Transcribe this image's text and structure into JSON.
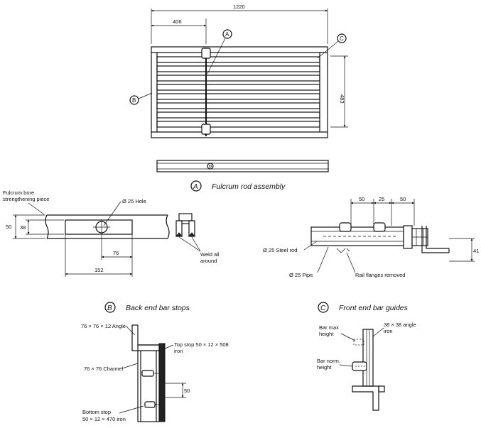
{
  "top_view": {
    "dim_overall": "1220",
    "dim_fulcrum": "406",
    "dim_height": "483",
    "marker_a": "A",
    "marker_b": "B",
    "marker_c": "C"
  },
  "captions": {
    "a_letter": "A",
    "a_text": "Fulcrum rod assembly",
    "b_letter": "B",
    "b_text": "Back end bar stops",
    "c_letter": "C",
    "c_text": "Front end bar guides"
  },
  "fulcrum_detail": {
    "label_bore_line1": "Fulcrum bore",
    "label_bore_line2": "strengthening piece",
    "label_hole": "Ø 25 Hole",
    "dim_50": "50",
    "dim_38": "38",
    "dim_76": "76",
    "dim_152": "152",
    "label_weld_line1": "Weld all",
    "label_weld_line2": "around"
  },
  "rod_detail": {
    "dim_50a": "50",
    "dim_25": "25",
    "dim_50b": "50",
    "dim_41": "41",
    "label_rod": "Ø 25 Steel rod",
    "label_pipe": "Ø 25 Pipe",
    "label_flanges": "Rail flanges removed"
  },
  "back_stops": {
    "label_angle": "76 × 76 × 12 Angle",
    "label_top_line1": "Top stop 50 × 12 × 508",
    "label_top_line2": "iron",
    "label_channel": "76 × 76 Channel",
    "dim_50": "50",
    "label_bottom_line1": "Bottom stop",
    "label_bottom_line2": "50 × 12 × 470 iron"
  },
  "front_guides": {
    "label_max_line1": "Bar max",
    "label_max_line2": "height",
    "label_angle_line1": "38 × 38 angle",
    "label_angle_line2": "iron",
    "label_norm_line1": "Bar norm.",
    "label_norm_line2": "height"
  }
}
